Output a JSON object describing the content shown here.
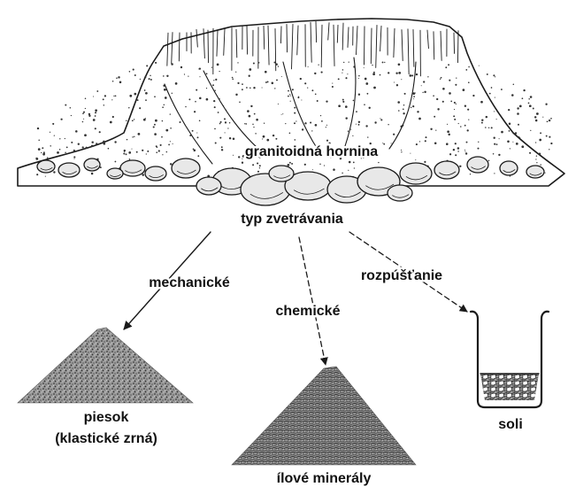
{
  "diagram": {
    "rock_label": "granitoidná hornina",
    "weathering_label": "typ zvetrávania",
    "branches": {
      "mechanical": {
        "label": "mechanické",
        "product": "piesok",
        "product_note": "(klastické zrná)"
      },
      "chemical": {
        "label": "chemické",
        "product": "ílové minerály"
      },
      "dissolution": {
        "label": "rozpúšťanie",
        "product": "soli"
      }
    }
  },
  "colors": {
    "ink": "#1a1a1a",
    "sand_dark": "#4a4a4a",
    "sand_light": "#bdbdbd",
    "background": "#ffffff"
  }
}
